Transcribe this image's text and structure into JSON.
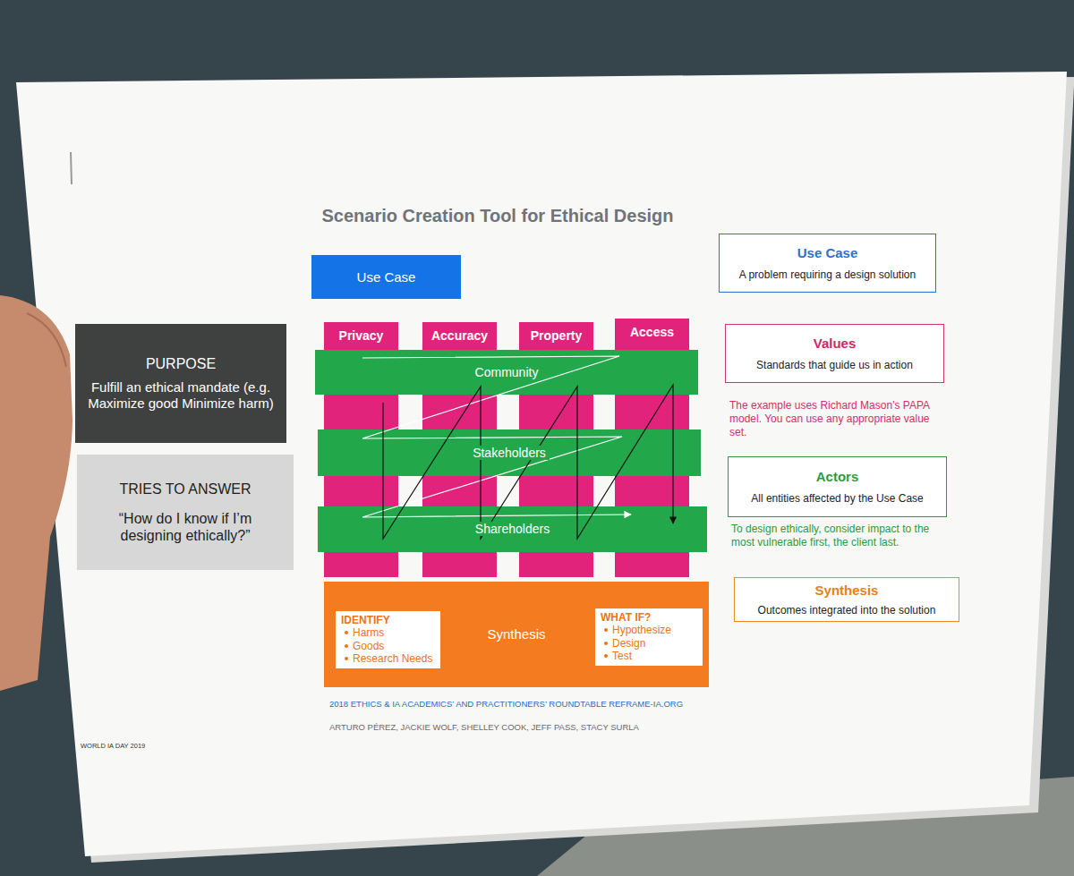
{
  "diagram": {
    "title": "Scenario Creation Tool for Ethical Design",
    "nodes": [
      {
        "text": [
          "Use Case"
        ]
      },
      {
        "text": [
          "PURPOSE",
          "Fulfill an ethical mandate (e.g. Maximize good Minimize harm)"
        ]
      },
      {
        "text": [
          "TRIES TO ANSWER",
          "“How do I know if I’m designing ethically?”"
        ]
      },
      {
        "text": [
          "Privacy"
        ]
      },
      {
        "text": [
          "Accuracy"
        ]
      },
      {
        "text": [
          "Property"
        ]
      },
      {
        "text": [
          "Access"
        ]
      },
      {
        "text": [
          "Community"
        ]
      },
      {
        "text": [
          "Stakeholders"
        ]
      },
      {
        "text": [
          "Shareholders"
        ]
      },
      {
        "text": [
          "Synthesis"
        ]
      },
      {
        "text": [
          "IDENTIFY",
          "Harms",
          "Goods",
          "Research Needs"
        ],
        "in": 10
      },
      {
        "text": [
          "WHAT IF?",
          "Hypothesize",
          "Design",
          "Test"
        ],
        "in": 10
      },
      {
        "text": [
          "Use Case",
          "A problem requiring a design solution"
        ]
      },
      {
        "text": [
          "Values",
          "Standards that guide us in action"
        ]
      },
      {
        "text": [
          "Actors",
          "All entities affected by the Use Case"
        ]
      },
      {
        "text": [
          "Synthesis",
          "Outcomes integrated into the solution"
        ]
      }
    ],
    "labels": [
      "The example uses Richard Mason’s PAPA model. You can use any appropriate value set.",
      "To design ethically, consider impact to the most vulnerable first, the client last.",
      "2018 ETHICS & IA ACADEMICS’ AND PRACTITIONERS’ ROUNDTABLE REFRAME-IA.ORG",
      "ARTURO PÉREZ, JACKIE WOLF, SHELLEY COOK, JEFF PASS, STACY SURLA",
      "WORLD IA DAY 2019"
    ]
  }
}
